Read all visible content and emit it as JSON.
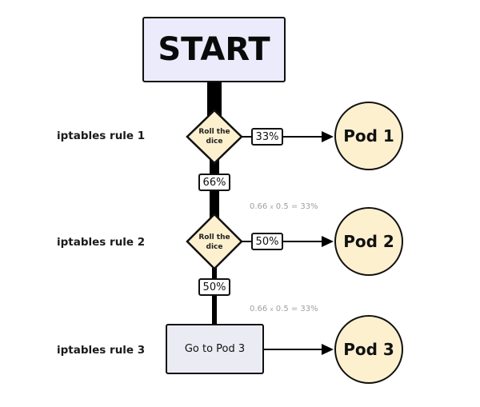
{
  "start": {
    "label": "START"
  },
  "rules": [
    {
      "label": "iptables rule 1"
    },
    {
      "label": "iptables rule 2"
    },
    {
      "label": "iptables rule 3"
    }
  ],
  "decisions": [
    {
      "line1": "Roll the",
      "line2": "dice",
      "branch_pct": "33%",
      "continue_pct": "66%"
    },
    {
      "line1": "Roll the",
      "line2": "dice",
      "branch_pct": "50%",
      "continue_pct": "50%"
    }
  ],
  "final_action": {
    "label": "Go to Pod 3"
  },
  "pods": [
    {
      "label": "Pod 1"
    },
    {
      "label": "Pod 2"
    },
    {
      "label": "Pod 3"
    }
  ],
  "calculations": [
    {
      "a": "0.66",
      "op": "x",
      "b": "0.5 = 33%"
    },
    {
      "a": "0.66",
      "op": "x",
      "b": "0.5 = 33%"
    }
  ],
  "colors": {
    "start_fill": "#ecebfb",
    "decision_fill": "#fcf0cf",
    "pod_fill": "#fcf0cf",
    "action_fill": "#ebebf3",
    "line": "#000000",
    "calc_text": "#a0a0a0"
  }
}
